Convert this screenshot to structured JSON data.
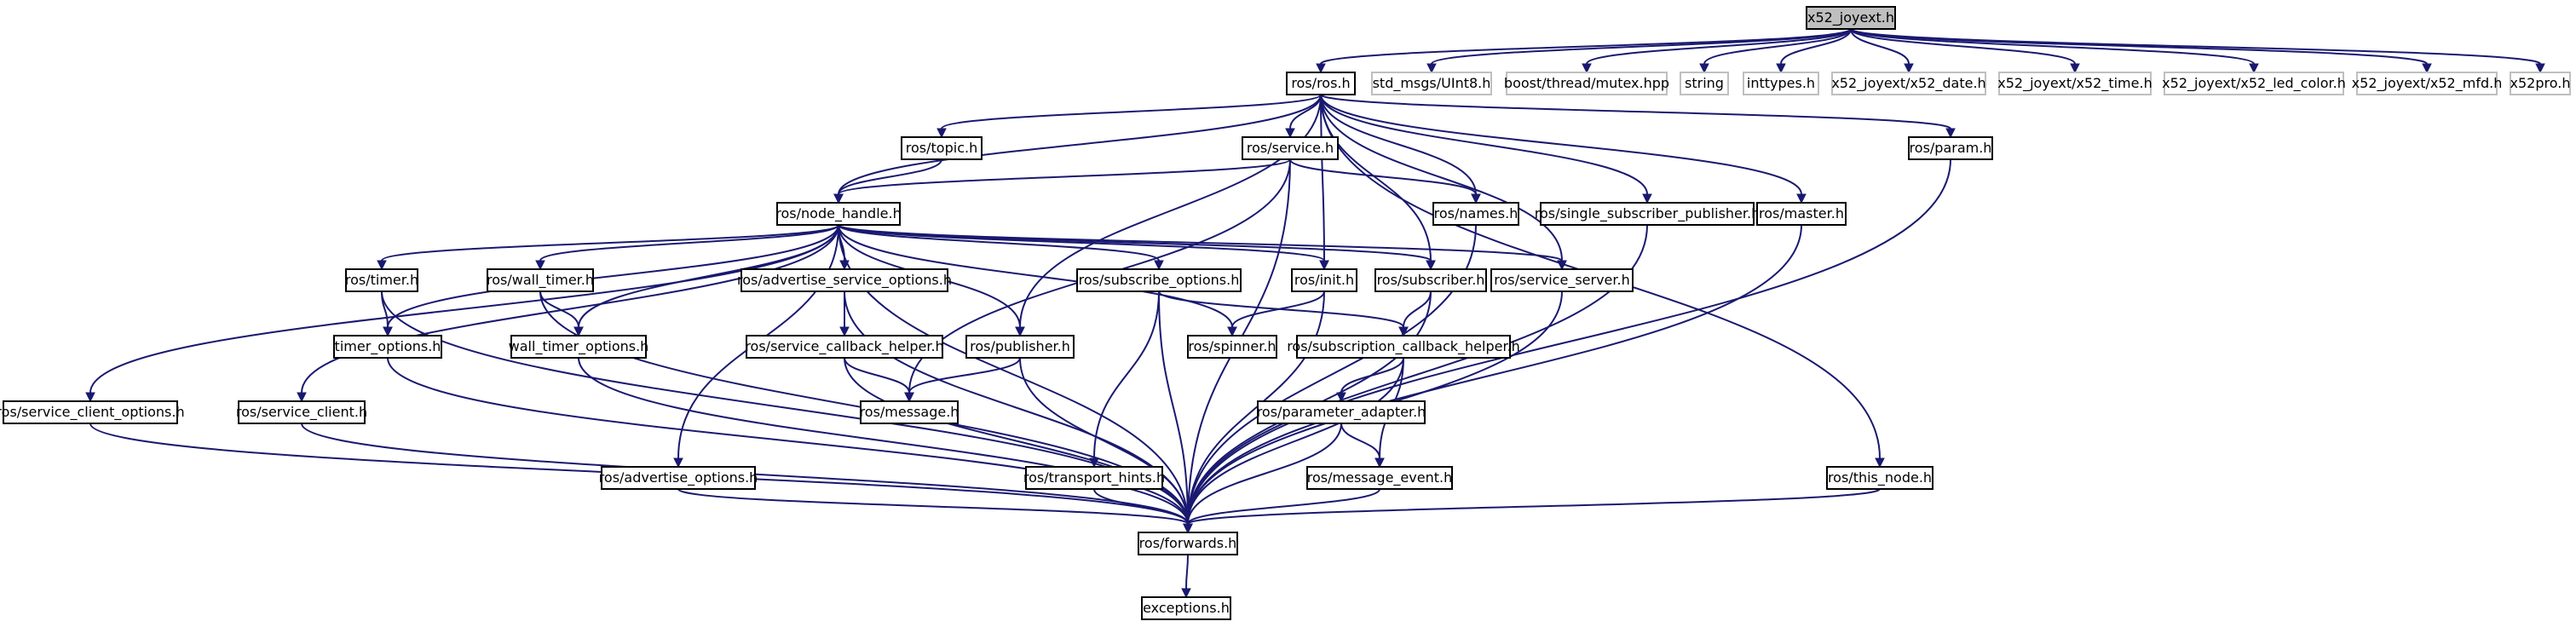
{
  "diagram": {
    "nodes": [
      {
        "id": "root",
        "label": "x52_joyext.h",
        "kind": "root"
      },
      {
        "id": "ros_ros",
        "label": "ros/ros.h",
        "kind": "doc"
      },
      {
        "id": "std_msgs",
        "label": "std_msgs/UInt8.h",
        "kind": "ext"
      },
      {
        "id": "boost_mutex",
        "label": "boost/thread/mutex.hpp",
        "kind": "ext"
      },
      {
        "id": "string",
        "label": "string",
        "kind": "ext"
      },
      {
        "id": "inttypes",
        "label": "inttypes.h",
        "kind": "ext"
      },
      {
        "id": "x52_date",
        "label": "x52_joyext/x52_date.h",
        "kind": "ext"
      },
      {
        "id": "x52_time",
        "label": "x52_joyext/x52_time.h",
        "kind": "ext"
      },
      {
        "id": "x52_led",
        "label": "x52_joyext/x52_led_color.h",
        "kind": "ext"
      },
      {
        "id": "x52_mfd",
        "label": "x52_joyext/x52_mfd.h",
        "kind": "ext"
      },
      {
        "id": "x52pro",
        "label": "x52pro.h",
        "kind": "ext"
      },
      {
        "id": "topic",
        "label": "ros/topic.h",
        "kind": "doc"
      },
      {
        "id": "service",
        "label": "ros/service.h",
        "kind": "doc"
      },
      {
        "id": "param",
        "label": "ros/param.h",
        "kind": "doc"
      },
      {
        "id": "node_handle",
        "label": "ros/node_handle.h",
        "kind": "doc"
      },
      {
        "id": "names",
        "label": "ros/names.h",
        "kind": "doc"
      },
      {
        "id": "single_sub_pub",
        "label": "ros/single_subscriber_publisher.h",
        "kind": "doc"
      },
      {
        "id": "master",
        "label": "ros/master.h",
        "kind": "doc"
      },
      {
        "id": "timer",
        "label": "ros/timer.h",
        "kind": "doc"
      },
      {
        "id": "wall_timer",
        "label": "ros/wall_timer.h",
        "kind": "doc"
      },
      {
        "id": "adv_srv_opts",
        "label": "ros/advertise_service_options.h",
        "kind": "doc"
      },
      {
        "id": "sub_opts",
        "label": "ros/subscribe_options.h",
        "kind": "doc"
      },
      {
        "id": "init",
        "label": "ros/init.h",
        "kind": "doc"
      },
      {
        "id": "subscriber",
        "label": "ros/subscriber.h",
        "kind": "doc"
      },
      {
        "id": "srv_server",
        "label": "ros/service_server.h",
        "kind": "doc"
      },
      {
        "id": "timer_opts",
        "label": "timer_options.h",
        "kind": "doc"
      },
      {
        "id": "wall_timer_opts",
        "label": "wall_timer_options.h",
        "kind": "doc"
      },
      {
        "id": "srv_cb_helper",
        "label": "ros/service_callback_helper.h",
        "kind": "doc"
      },
      {
        "id": "publisher",
        "label": "ros/publisher.h",
        "kind": "doc"
      },
      {
        "id": "spinner",
        "label": "ros/spinner.h",
        "kind": "doc"
      },
      {
        "id": "sub_cb_helper",
        "label": "ros/subscription_callback_helper.h",
        "kind": "doc"
      },
      {
        "id": "srv_client_opts",
        "label": "ros/service_client_options.h",
        "kind": "doc"
      },
      {
        "id": "srv_client",
        "label": "ros/service_client.h",
        "kind": "doc"
      },
      {
        "id": "message",
        "label": "ros/message.h",
        "kind": "doc"
      },
      {
        "id": "param_adapter",
        "label": "ros/parameter_adapter.h",
        "kind": "doc"
      },
      {
        "id": "adv_opts",
        "label": "ros/advertise_options.h",
        "kind": "doc"
      },
      {
        "id": "transport_hints",
        "label": "ros/transport_hints.h",
        "kind": "doc"
      },
      {
        "id": "msg_event",
        "label": "ros/message_event.h",
        "kind": "doc"
      },
      {
        "id": "this_node",
        "label": "ros/this_node.h",
        "kind": "doc"
      },
      {
        "id": "forwards",
        "label": "ros/forwards.h",
        "kind": "doc"
      },
      {
        "id": "exceptions",
        "label": "exceptions.h",
        "kind": "doc"
      }
    ],
    "edges": [
      [
        "root",
        "ros_ros"
      ],
      [
        "root",
        "std_msgs"
      ],
      [
        "root",
        "boost_mutex"
      ],
      [
        "root",
        "string"
      ],
      [
        "root",
        "inttypes"
      ],
      [
        "root",
        "x52_date"
      ],
      [
        "root",
        "x52_time"
      ],
      [
        "root",
        "x52_led"
      ],
      [
        "root",
        "x52_mfd"
      ],
      [
        "root",
        "x52pro"
      ],
      [
        "ros_ros",
        "node_handle"
      ],
      [
        "ros_ros",
        "topic"
      ],
      [
        "ros_ros",
        "service"
      ],
      [
        "ros_ros",
        "param"
      ],
      [
        "ros_ros",
        "names"
      ],
      [
        "ros_ros",
        "single_sub_pub"
      ],
      [
        "ros_ros",
        "master"
      ],
      [
        "ros_ros",
        "init"
      ],
      [
        "ros_ros",
        "subscriber"
      ],
      [
        "ros_ros",
        "srv_server"
      ],
      [
        "ros_ros",
        "publisher"
      ],
      [
        "ros_ros",
        "this_node"
      ],
      [
        "topic",
        "node_handle"
      ],
      [
        "service",
        "node_handle"
      ],
      [
        "service",
        "names"
      ],
      [
        "service",
        "message"
      ],
      [
        "service",
        "forwards"
      ],
      [
        "param",
        "forwards"
      ],
      [
        "node_handle",
        "timer"
      ],
      [
        "node_handle",
        "wall_timer"
      ],
      [
        "node_handle",
        "adv_srv_opts"
      ],
      [
        "node_handle",
        "sub_opts"
      ],
      [
        "node_handle",
        "init"
      ],
      [
        "node_handle",
        "subscriber"
      ],
      [
        "node_handle",
        "srv_server"
      ],
      [
        "node_handle",
        "timer_opts"
      ],
      [
        "node_handle",
        "wall_timer_opts"
      ],
      [
        "node_handle",
        "publisher"
      ],
      [
        "node_handle",
        "spinner"
      ],
      [
        "node_handle",
        "srv_client_opts"
      ],
      [
        "node_handle",
        "srv_client"
      ],
      [
        "node_handle",
        "adv_opts"
      ],
      [
        "node_handle",
        "forwards"
      ],
      [
        "names",
        "forwards"
      ],
      [
        "single_sub_pub",
        "forwards"
      ],
      [
        "master",
        "forwards"
      ],
      [
        "timer",
        "timer_opts"
      ],
      [
        "timer",
        "forwards"
      ],
      [
        "wall_timer",
        "wall_timer_opts"
      ],
      [
        "wall_timer",
        "forwards"
      ],
      [
        "adv_srv_opts",
        "srv_cb_helper"
      ],
      [
        "adv_srv_opts",
        "forwards"
      ],
      [
        "sub_opts",
        "sub_cb_helper"
      ],
      [
        "sub_opts",
        "transport_hints"
      ],
      [
        "sub_opts",
        "forwards"
      ],
      [
        "init",
        "spinner"
      ],
      [
        "init",
        "forwards"
      ],
      [
        "subscriber",
        "sub_cb_helper"
      ],
      [
        "subscriber",
        "forwards"
      ],
      [
        "srv_server",
        "forwards"
      ],
      [
        "timer_opts",
        "forwards"
      ],
      [
        "wall_timer_opts",
        "forwards"
      ],
      [
        "srv_cb_helper",
        "message"
      ],
      [
        "srv_cb_helper",
        "forwards"
      ],
      [
        "publisher",
        "message"
      ],
      [
        "publisher",
        "forwards"
      ],
      [
        "sub_cb_helper",
        "param_adapter"
      ],
      [
        "sub_cb_helper",
        "msg_event"
      ],
      [
        "sub_cb_helper",
        "forwards"
      ],
      [
        "srv_client_opts",
        "forwards"
      ],
      [
        "srv_client",
        "forwards"
      ],
      [
        "param_adapter",
        "msg_event"
      ],
      [
        "param_adapter",
        "forwards"
      ],
      [
        "adv_opts",
        "forwards"
      ],
      [
        "transport_hints",
        "forwards"
      ],
      [
        "msg_event",
        "forwards"
      ],
      [
        "this_node",
        "forwards"
      ],
      [
        "forwards",
        "exceptions"
      ]
    ]
  }
}
